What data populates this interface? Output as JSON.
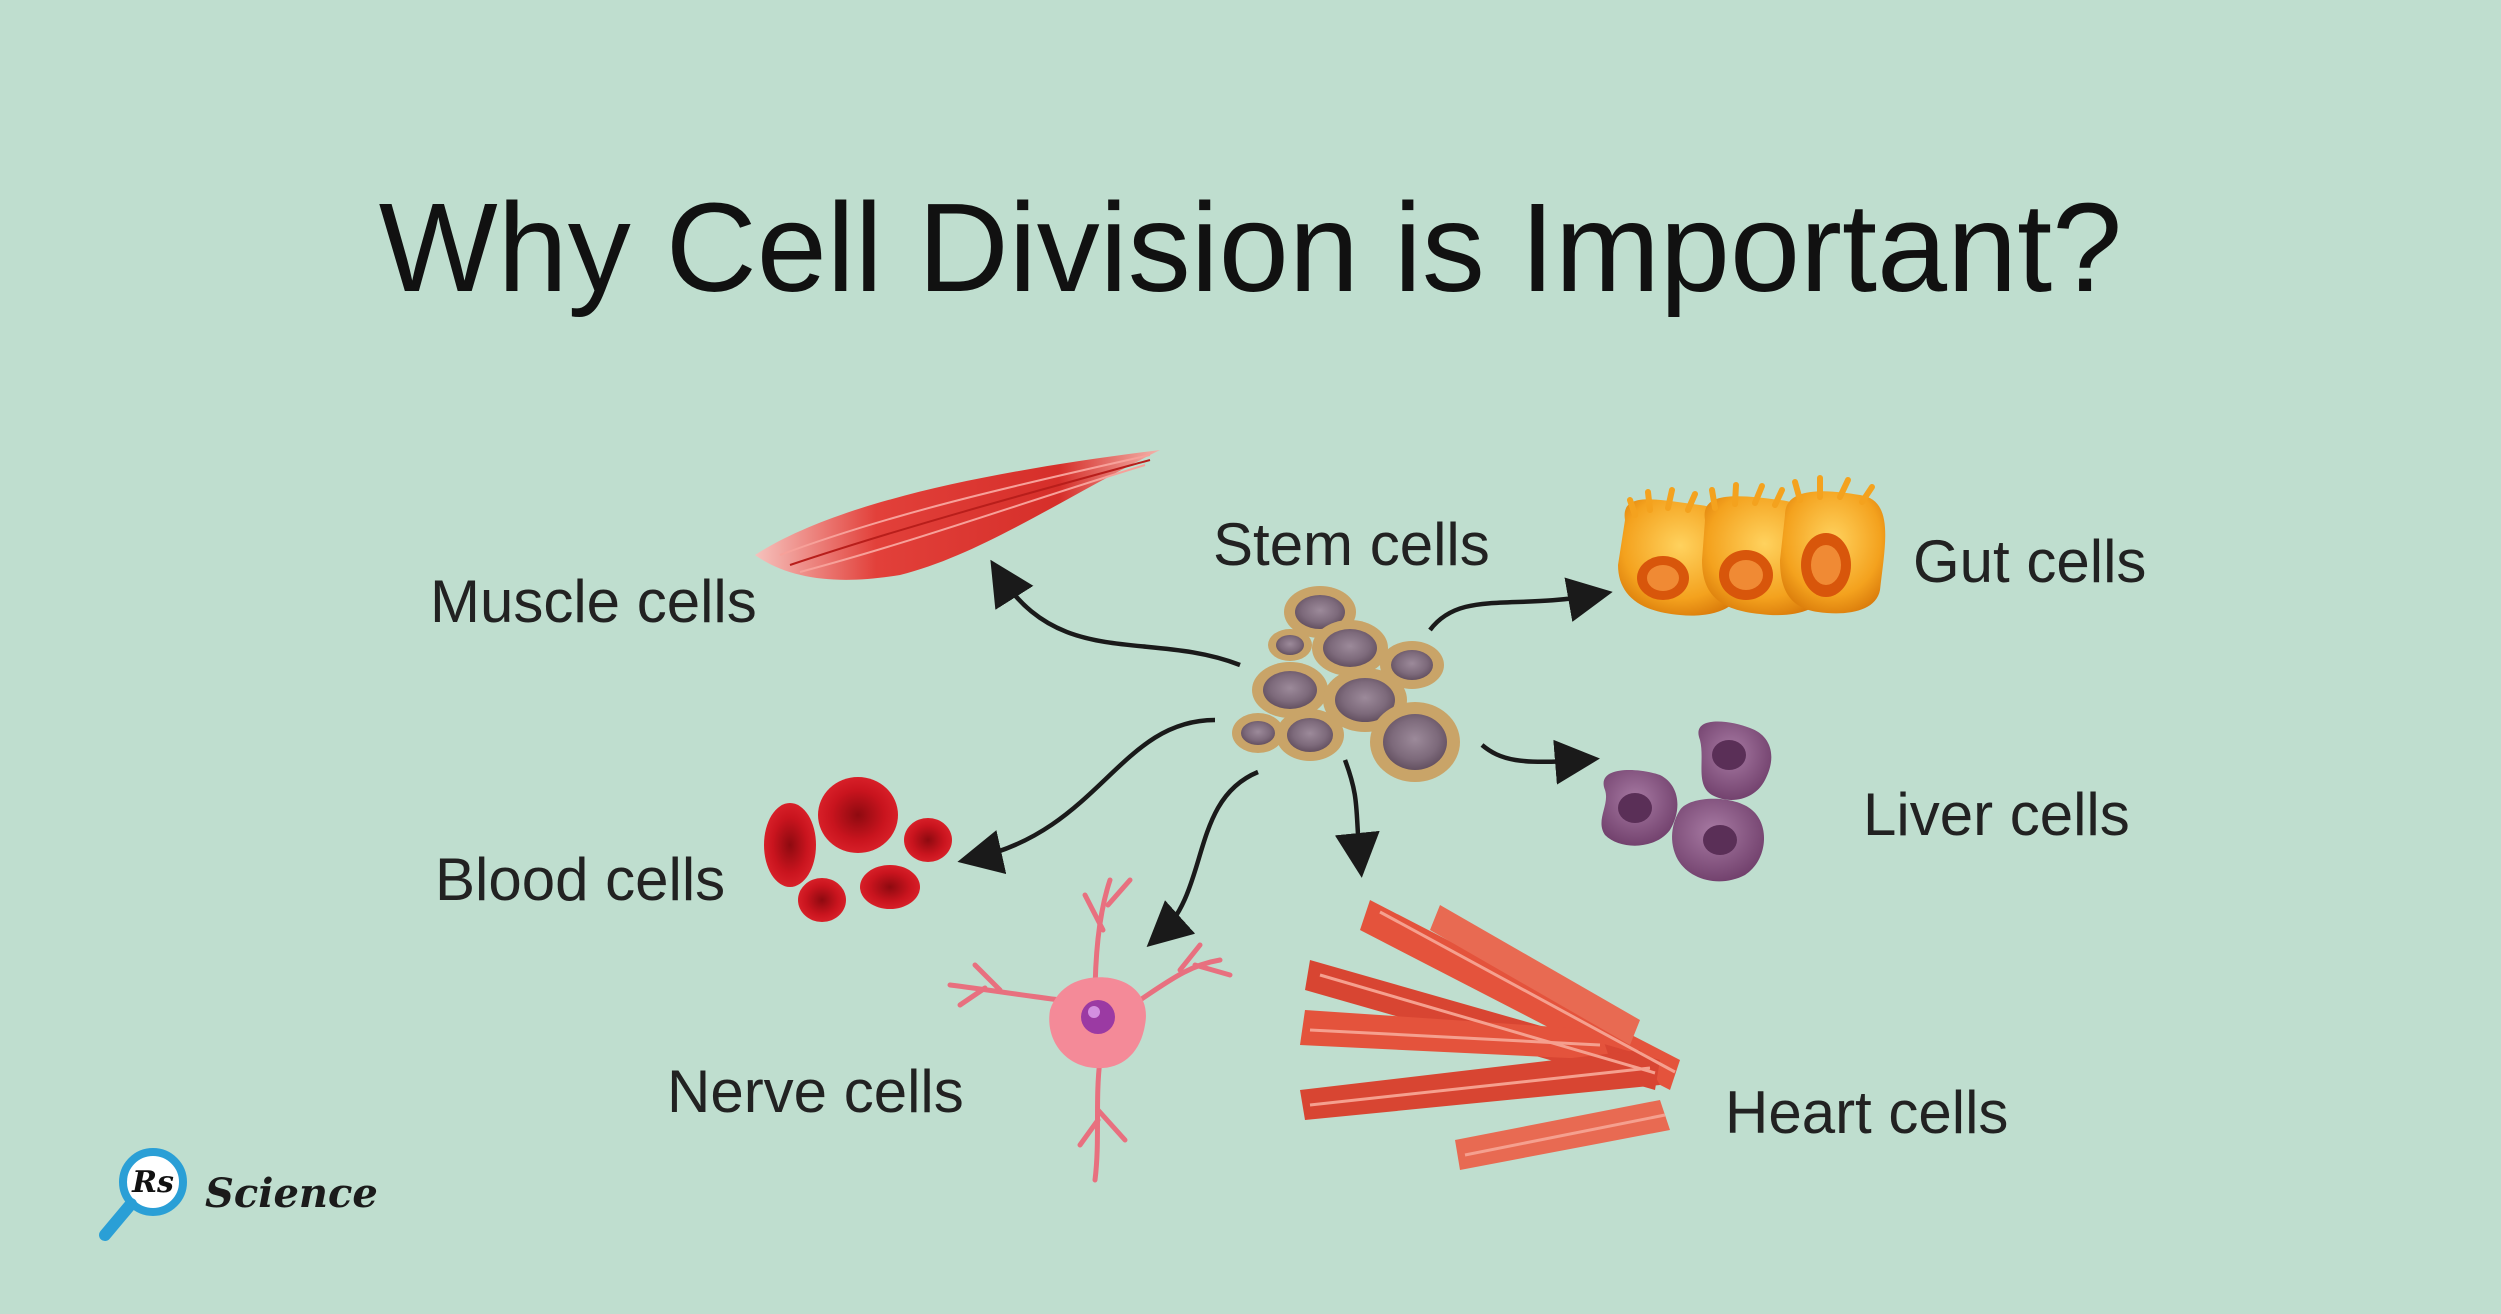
{
  "title": "Why Cell Division is Important?",
  "labels": {
    "stem": "Stem cells",
    "muscle": "Muscle cells",
    "gut": "Gut cells",
    "liver": "Liver cells",
    "blood": "Blood cells",
    "nerve": "Nerve cells",
    "heart": "Heart cells"
  },
  "logo": {
    "mark": "Rs",
    "word": "Science"
  },
  "colors": {
    "background": "#bfdecf",
    "arrow": "#1a1a1a",
    "muscle": "#e2403a",
    "gut": "#f4a21e",
    "liver": "#8e5a86",
    "blood": "#c9141e",
    "nerve": "#f48a98",
    "heart": "#e4533c",
    "stem": "#c9a468"
  }
}
